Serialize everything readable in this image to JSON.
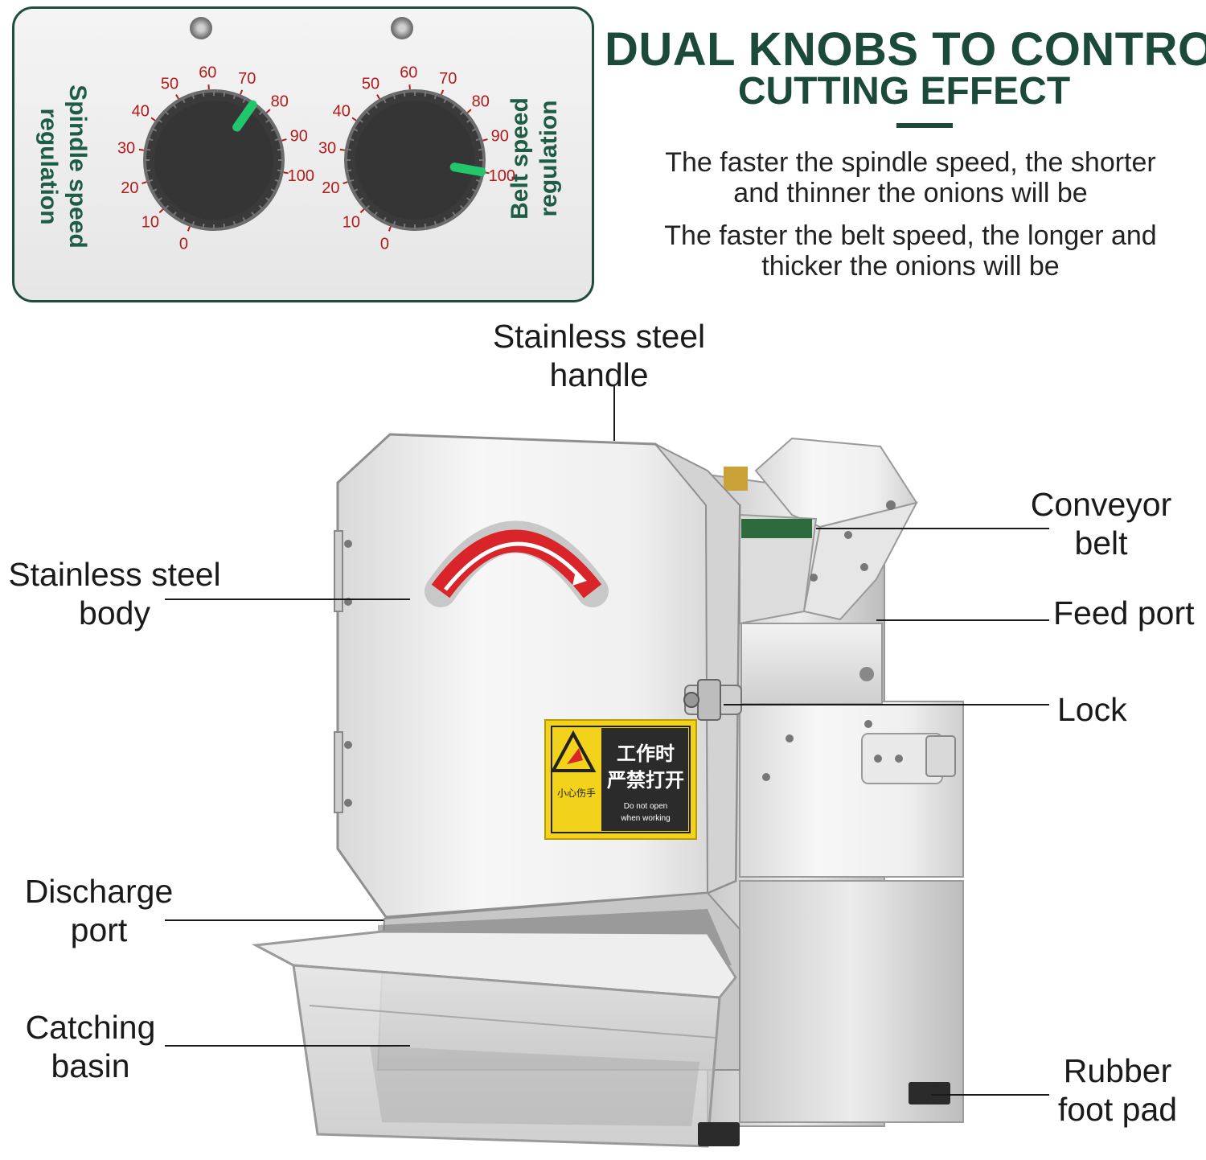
{
  "panel": {
    "left_label": [
      "Spindle speed",
      "regulation"
    ],
    "right_label": [
      "Belt speed",
      "regulation"
    ],
    "dial_scale": [
      "0",
      "10",
      "20",
      "30",
      "40",
      "50",
      "60",
      "70",
      "80",
      "90",
      "100"
    ],
    "knobs": [
      {
        "name": "spindle",
        "setting_percent": 75,
        "pointer_color": "#22c76b"
      },
      {
        "name": "belt",
        "setting_percent": 100,
        "pointer_color": "#22c76b"
      }
    ]
  },
  "headline": {
    "line1": "DUAL KNOBS TO CONTROL",
    "line2": "CUTTING EFFECT"
  },
  "descriptions": [
    [
      "The faster the spindle speed, the shorter",
      "and thinner the onions will be"
    ],
    [
      "The faster the belt speed, the longer and",
      "thicker the onions will be"
    ]
  ],
  "callouts": {
    "handle": [
      "Stainless steel",
      "handle"
    ],
    "body": [
      "Stainless steel",
      "body"
    ],
    "conveyor": [
      "Conveyor",
      "belt"
    ],
    "feed": "Feed port",
    "lock": "Lock",
    "discharge": [
      "Discharge",
      "port"
    ],
    "basin": [
      "Catching",
      "basin"
    ],
    "foot": [
      "Rubber",
      "foot pad"
    ]
  },
  "warning_label": {
    "cn_line1": "工作时",
    "cn_line2": "严禁打开",
    "small_left": "小心伤手",
    "en_line1": "Do not open",
    "en_line2": "when working"
  },
  "colors": {
    "brand_green": "#1c4a3a",
    "dial_red": "#b31b1b",
    "arrow_red": "#d9252a",
    "warning_yellow": "#f2d21b"
  }
}
